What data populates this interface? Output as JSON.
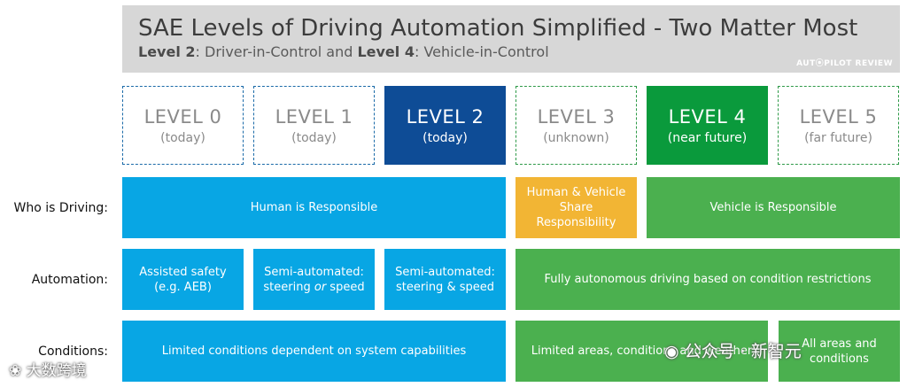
{
  "header": {
    "title": "SAE Levels of Driving Automation Simplified - Two Matter Most",
    "subtitle_l2": "Level 2",
    "subtitle_mid": ": Driver-in-Control and ",
    "subtitle_l4": "Level 4",
    "subtitle_end": ": Vehicle-in-Control",
    "brand": "AUT⦿PILOT REVIEW"
  },
  "levels": [
    {
      "name": "LEVEL 0",
      "sub": "(today)"
    },
    {
      "name": "LEVEL 1",
      "sub": "(today)"
    },
    {
      "name": "LEVEL 2",
      "sub": "(today)"
    },
    {
      "name": "LEVEL 3",
      "sub": "(unknown)"
    },
    {
      "name": "LEVEL 4",
      "sub": "(near future)"
    },
    {
      "name": "LEVEL 5",
      "sub": "(far future)"
    }
  ],
  "rows": {
    "who": {
      "label": "Who is Driving:",
      "human": "Human is Responsible",
      "shared": "Human & Vehicle Share Responsibility",
      "vehicle": "Vehicle is Responsible"
    },
    "automation": {
      "label": "Automation:",
      "assisted": "Assisted safety (e.g. AEB)",
      "semi1_a": "Semi-automated:",
      "semi1_b": "steering ",
      "semi1_or": "or",
      "semi1_c": " speed",
      "semi2": "Semi-automated: steering & speed",
      "full": "Fully autonomous driving based on condition restrictions"
    },
    "conditions": {
      "label": "Conditions:",
      "limited": "Limited conditions dependent on system capabilities",
      "areas": "Limited areas, conditions and weather",
      "all": "All areas and conditions"
    }
  },
  "watermarks": {
    "left": "大数跨境",
    "right": "公众号 · 新智元"
  },
  "colors": {
    "cyan": "#08a6e4",
    "amber": "#f2b534",
    "green": "#4bb04f",
    "level2": "#0e4c96",
    "level4": "#0a9a3c"
  }
}
